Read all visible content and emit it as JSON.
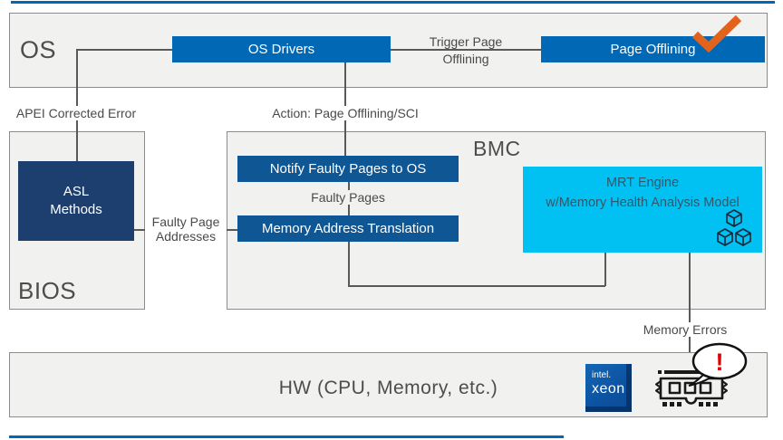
{
  "sections": {
    "os": "OS",
    "bios": "BIOS",
    "bmc": "BMC",
    "hw": "HW (CPU, Memory, etc.)"
  },
  "process_boxes": {
    "os_drivers": "OS Drivers",
    "page_offlining": "Page Offlining",
    "notify_faulty_pages": "Notify Faulty Pages to OS",
    "memory_address_translation": "Memory Address Translation",
    "asl_methods": "ASL Methods",
    "mrt_engine_line1": "MRT Engine",
    "mrt_engine_line2": "w/Memory Health Analysis Model"
  },
  "connector_labels": {
    "trigger_line1": "Trigger Page",
    "trigger_line2": "Offlining",
    "apei": "APEI Corrected Error",
    "action": "Action: Page Offlining/SCI",
    "faulty_pages": "Faulty Pages",
    "faulty_page_addr_line1": "Faulty Page",
    "faulty_page_addr_line2": "Addresses",
    "memory_errors": "Memory Errors"
  },
  "hw_items": {
    "intel_logo": "intel.",
    "xeon_logo": "xeon",
    "alert_mark": "!"
  },
  "icons": {
    "success": "checkmark-icon",
    "analysis_model": "cubes-stack-icon",
    "memory": "ram-dimm-icon",
    "error": "alert-bubble-icon"
  },
  "colors": {
    "intel_blue": "#0068B5",
    "dark_process_blue": "#0E5694",
    "navy": "#1C3F6F",
    "energy_cyan": "#00C1F1",
    "check_orange": "#E2631C",
    "alert_red": "#E00000",
    "panel_fill": "#F1F1F0",
    "panel_border": "#8C8C8C",
    "line_gray": "#595959",
    "text_gray": "#4A4A4A"
  }
}
